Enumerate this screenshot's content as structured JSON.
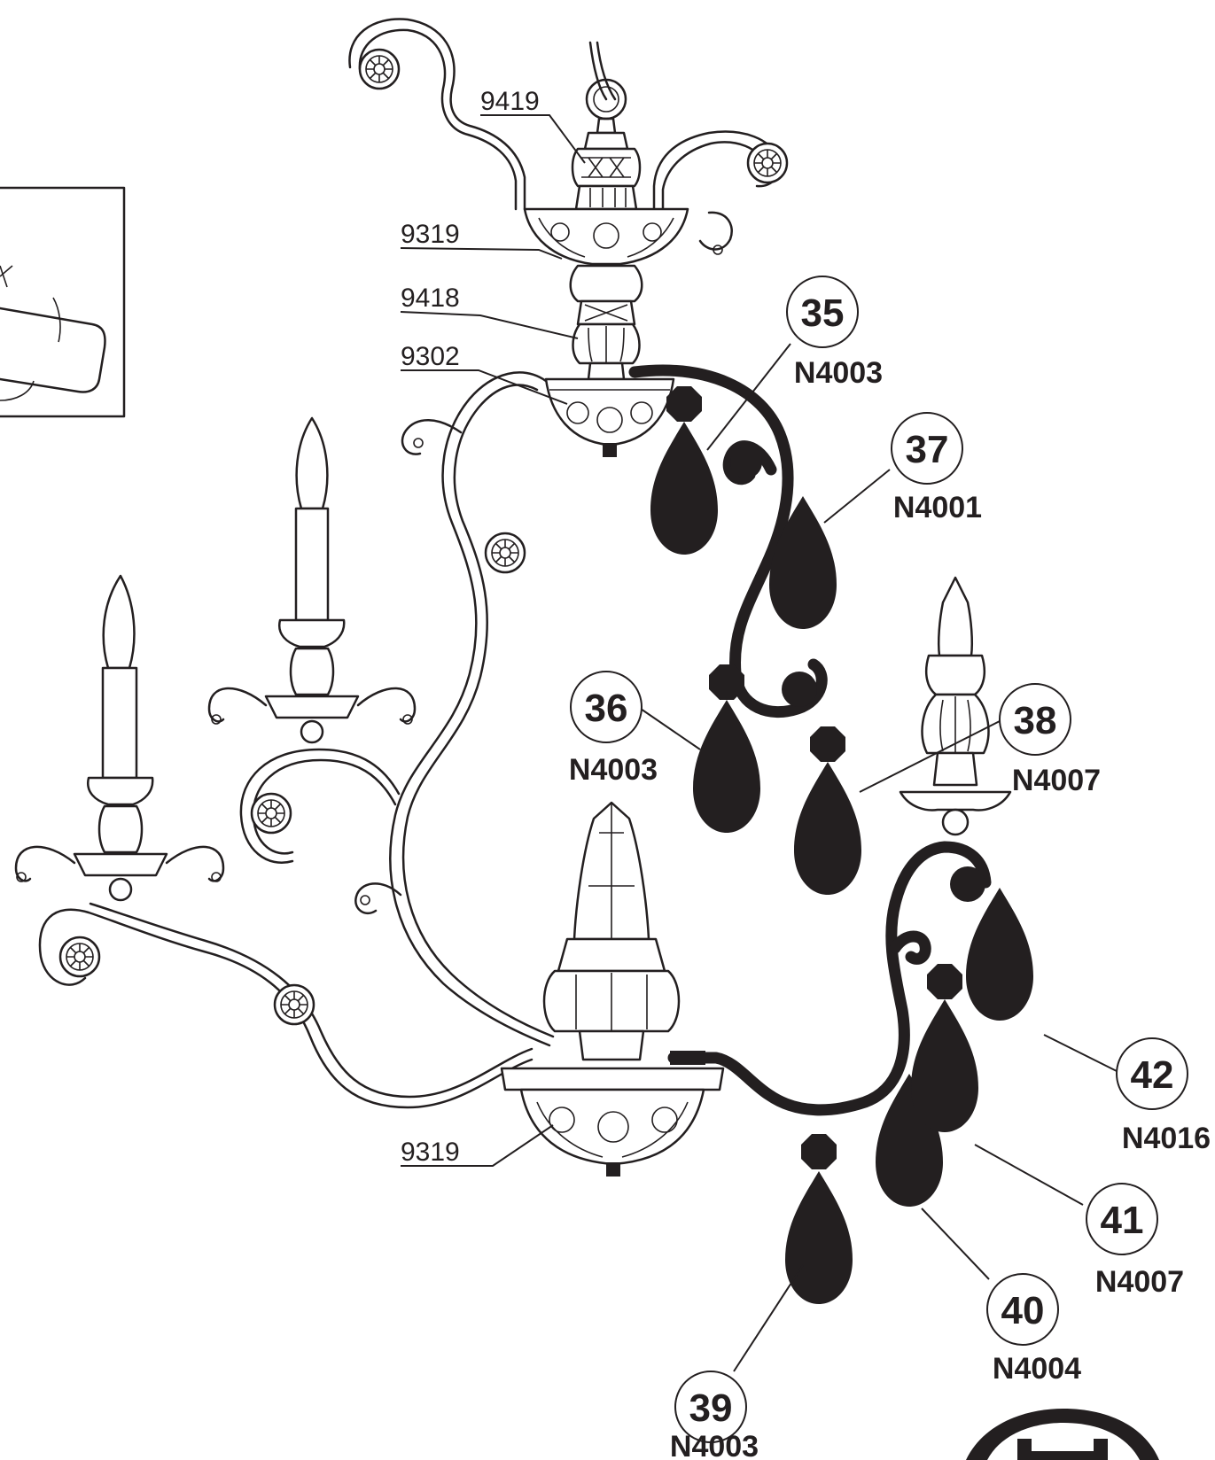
{
  "part_labels": [
    {
      "id": "9419-top",
      "text": "9419"
    },
    {
      "id": "9319-top",
      "text": "9319"
    },
    {
      "id": "9418",
      "text": "9418"
    },
    {
      "id": "9302",
      "text": "9302"
    },
    {
      "id": "9319-bot",
      "text": "9319"
    }
  ],
  "crystal_callouts": [
    {
      "number": "35",
      "code": "N4003"
    },
    {
      "number": "36",
      "code": "N4003"
    },
    {
      "number": "37",
      "code": "N4001"
    },
    {
      "number": "38",
      "code": "N4007"
    },
    {
      "number": "39",
      "code": "N4003"
    },
    {
      "number": "40",
      "code": "N4004"
    },
    {
      "number": "41",
      "code": "N4007"
    },
    {
      "number": "42",
      "code": "N4016"
    }
  ]
}
